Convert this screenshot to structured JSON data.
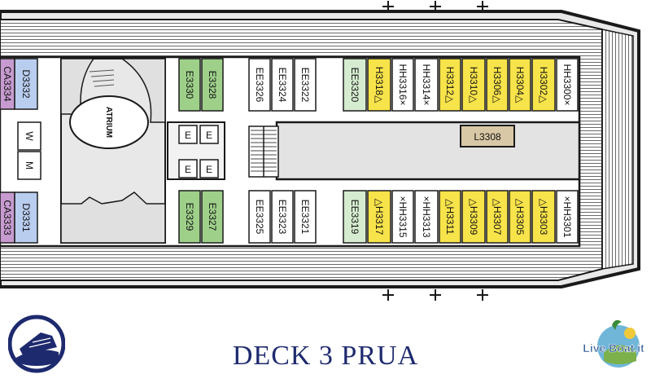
{
  "title": "DECK  3  PRUA",
  "atrium_label": "ATRIUM",
  "cabins": {
    "top_left_partial": [
      "CA3334",
      "D3332"
    ],
    "bottom_left_partial": [
      "CA3333",
      "D3331"
    ],
    "wc_labels": [
      "W",
      "M"
    ],
    "lift_labels": [
      "E",
      "E",
      "E",
      "E"
    ],
    "top_row": [
      "E3330",
      "E3328",
      "EE3326",
      "EE3324",
      "EE3322",
      "EE3320",
      "H3318",
      "HH3316",
      "HH3314",
      "H3312",
      "H3310",
      "H3306",
      "H3304",
      "H3302",
      "HH3300"
    ],
    "bottom_row": [
      "E3329",
      "E3327",
      "EE3325",
      "EE3323",
      "EE3321",
      "EE3319",
      "H3317",
      "HH3315",
      "HH3313",
      "H3311",
      "H3309",
      "H3307",
      "H3305",
      "H3303",
      "HH3301"
    ],
    "corridor_cabin": "L3308"
  },
  "colors": {
    "purple": "#c79bd0",
    "blue": "#b9cdef",
    "green": "#9ed08a",
    "light_green": "#d6ecd0",
    "yellow": "#f7e34a",
    "white": "#ffffff",
    "tan": "#d9c8a6",
    "title": "#1e2a6e"
  },
  "logos": {
    "left": "ship-logo-icon",
    "right_text": "Live Boat.it"
  }
}
